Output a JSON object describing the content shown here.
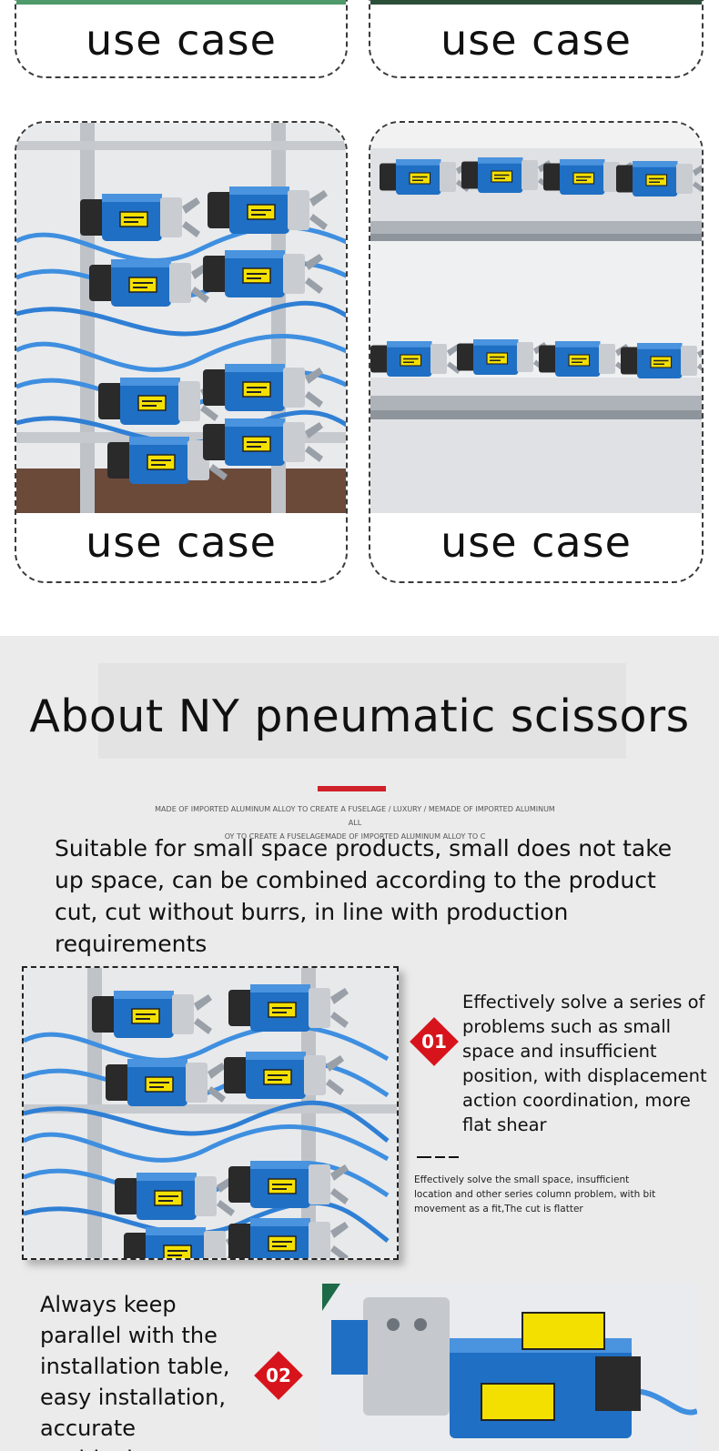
{
  "use_cases": [
    {
      "caption": "use case"
    },
    {
      "caption": "use case"
    },
    {
      "caption": "use case"
    },
    {
      "caption": "use case"
    }
  ],
  "about": {
    "title": "About NY pneumatic scissors",
    "fine_print_line1": "MADE OF IMPORTED ALUMINUM ALLOY TO CREATE A FUSELAGE / LUXURY / MEMADE OF IMPORTED ALUMINUM ALL",
    "fine_print_line2": "OY TO CREATE A FUSELAGEMADE OF IMPORTED ALUMINUM ALLOY TO C",
    "intro": "Suitable for small space products, small does not take up space, can be combined according to the product cut, cut without burrs, in line with production requirements",
    "features": [
      {
        "number": "01",
        "text": "Effectively solve a series of problems such as small space and insufficient position, with displacement action coordination, more flat shear",
        "subtext": "Effectively solve the small space, insufficient location and other series column problem, with bit movement as a fit,The cut is flatter"
      },
      {
        "number": "02",
        "text": "Always keep parallel with the installation table, easy installation, accurate positioning"
      }
    ]
  },
  "colors": {
    "accent_red": "#d0202a",
    "badge_red": "#d7141c",
    "actuator_blue": "#1f6fc4",
    "label_yellow": "#f4e000",
    "tube_blue": "#3f8fe0",
    "section_bg": "#ebebeb"
  }
}
